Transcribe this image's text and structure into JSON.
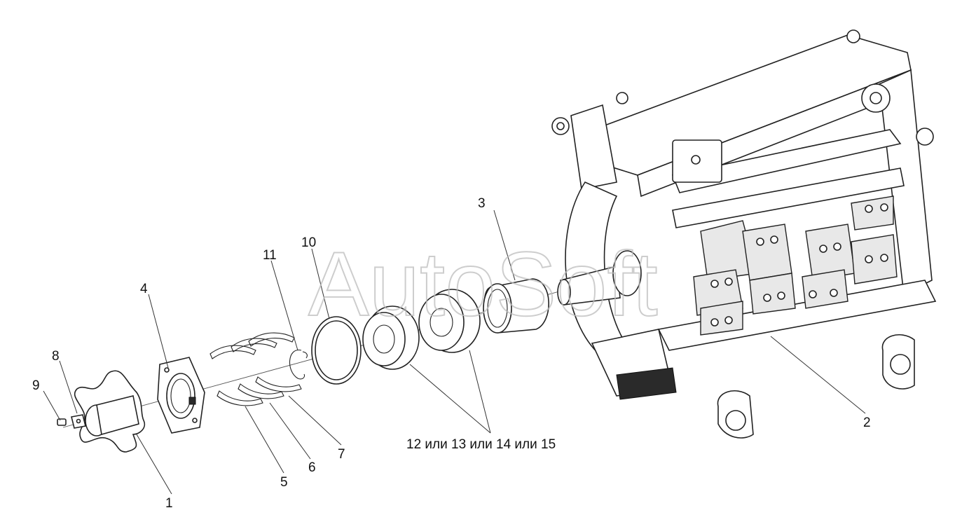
{
  "watermark": "AutoSoft",
  "callouts": {
    "c1": "1",
    "c2": "2",
    "c3": "3",
    "c4": "4",
    "c5": "5",
    "c6": "6",
    "c7": "7",
    "c8": "8",
    "c9": "9",
    "c10": "10",
    "c11": "11",
    "c12_15": "12 или 13 или 14 или 15"
  },
  "colors": {
    "line": "#222222",
    "watermark": "#bdbdbd",
    "background": "#ffffff"
  }
}
